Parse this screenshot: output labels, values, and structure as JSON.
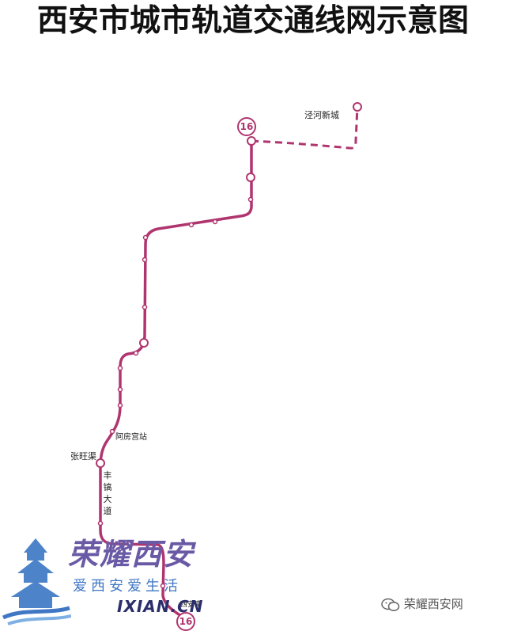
{
  "title": "西安市城市轨道交通线网示意图",
  "colors": {
    "line": "#b0356f",
    "planned_line": "#b0356f",
    "station_fill": "#ffffff"
  },
  "line": {
    "number": "16",
    "badge_top": "16",
    "badge_bottom": "16"
  },
  "stations": {
    "terminus_north": "泾河新城",
    "afang_gong": "阿房宫站",
    "zhangwang_qu": "张旺渠",
    "south_partial": "西安南"
  },
  "road_label": "丰镐大道",
  "watermark": {
    "brand": "荣耀西安",
    "slogan": "爱西安爱生活",
    "domain": "IXIAN.CN",
    "logo": "bell-tower-logo"
  },
  "credit": {
    "icon": "wechat-icon",
    "text": "荣耀西安网"
  }
}
